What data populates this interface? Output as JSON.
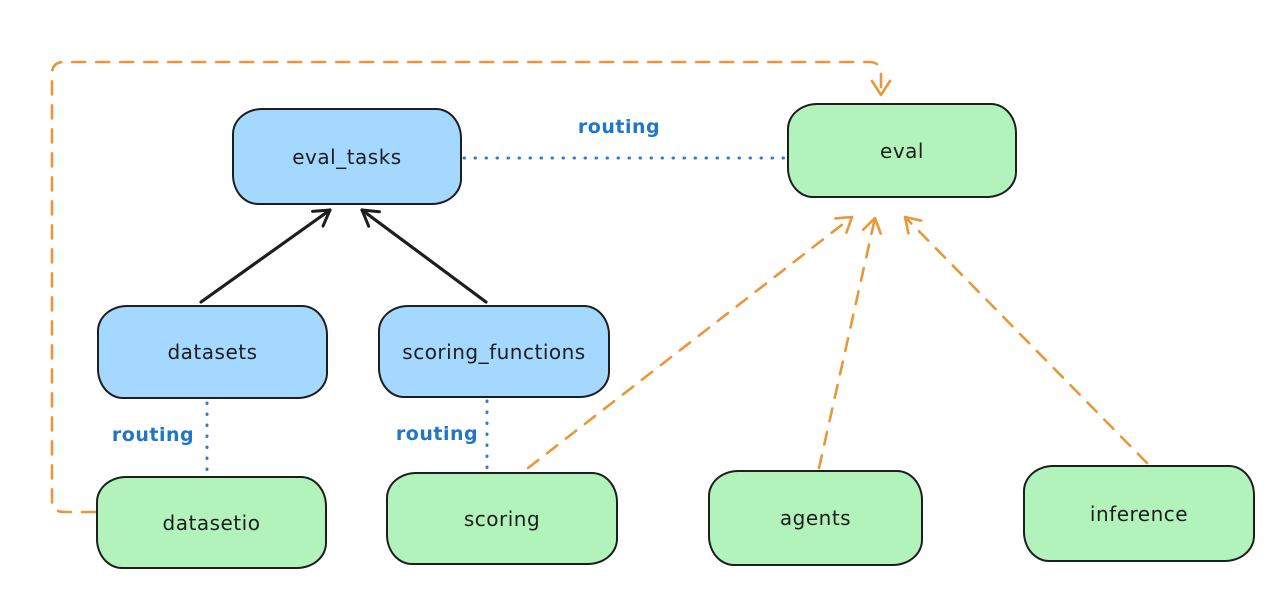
{
  "diagram": {
    "nodes": {
      "eval_tasks": {
        "label": "eval_tasks",
        "fill": "#a5d8ff"
      },
      "eval": {
        "label": "eval",
        "fill": "#b2f2bb"
      },
      "datasets": {
        "label": "datasets",
        "fill": "#a5d8ff"
      },
      "scoring_functions": {
        "label": "scoring_functions",
        "fill": "#a5d8ff"
      },
      "datasetio": {
        "label": "datasetio",
        "fill": "#b2f2bb"
      },
      "scoring": {
        "label": "scoring",
        "fill": "#b2f2bb"
      },
      "agents": {
        "label": "agents",
        "fill": "#b2f2bb"
      },
      "inference": {
        "label": "inference",
        "fill": "#b2f2bb"
      }
    },
    "labels": {
      "routing_eval_tasks_eval": "routing",
      "routing_datasets_datasetio": "routing",
      "routing_scoring_functions_scoring": "routing"
    },
    "edges": [
      {
        "from": "datasets",
        "to": "eval_tasks",
        "style": "solid-black-arrow"
      },
      {
        "from": "scoring_functions",
        "to": "eval_tasks",
        "style": "solid-black-arrow"
      },
      {
        "from": "eval_tasks",
        "to": "eval",
        "style": "dotted-blue",
        "label": "routing"
      },
      {
        "from": "datasets",
        "to": "datasetio",
        "style": "dotted-blue",
        "label": "routing"
      },
      {
        "from": "scoring_functions",
        "to": "scoring",
        "style": "dotted-blue",
        "label": "routing"
      },
      {
        "from": "datasetio",
        "to": "eval",
        "style": "dashed-orange-arrow"
      },
      {
        "from": "scoring",
        "to": "eval",
        "style": "dashed-orange-arrow"
      },
      {
        "from": "agents",
        "to": "eval",
        "style": "dashed-orange-arrow"
      },
      {
        "from": "inference",
        "to": "eval",
        "style": "dashed-orange-arrow"
      }
    ],
    "colors": {
      "api_node_fill": "#a5d8ff",
      "provider_node_fill": "#b2f2bb",
      "node_stroke": "#1e1e1e",
      "routing_blue": "#2176c7",
      "dependency_orange": "#e8983a",
      "background": "#ffffff"
    }
  }
}
